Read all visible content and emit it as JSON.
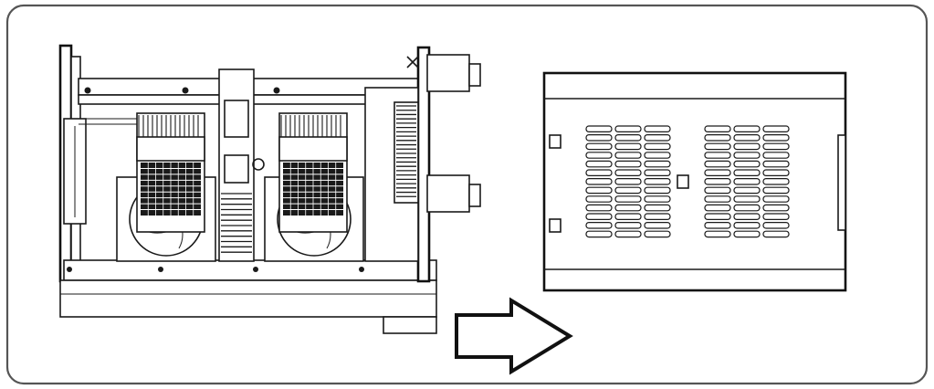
{
  "figure": {
    "background": "#ffffff",
    "line_color": "#1a1a1a",
    "frame_color": "#555555",
    "parts": [
      "open-chassis",
      "cooling-fan-left",
      "cooling-fan-right",
      "heatsink-left",
      "heatsink-right",
      "direction-arrow",
      "top-cover"
    ]
  }
}
